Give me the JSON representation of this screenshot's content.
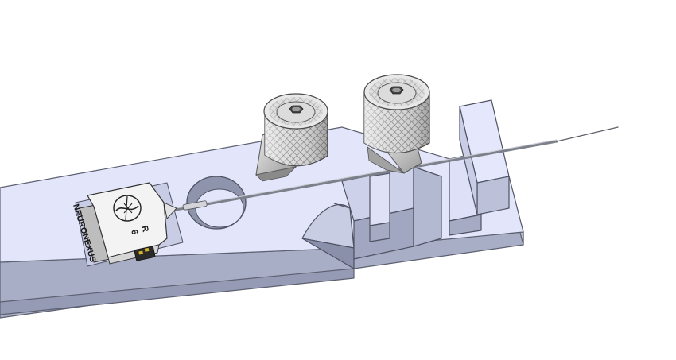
{
  "probe_chip": {
    "brand_text": "NEURONEXUS",
    "id_letter": "R",
    "id_number": "6"
  },
  "colors": {
    "base_top": "#e3e6fb",
    "base_side": "#a9aec7",
    "base_edge": "#5c6070",
    "knob": "#d4d4d4",
    "knob_dark": "#7a7a7a",
    "probe": "#8a8e98"
  },
  "icons": [
    "neuronexus-logo-icon",
    "hex-socket-icon"
  ]
}
